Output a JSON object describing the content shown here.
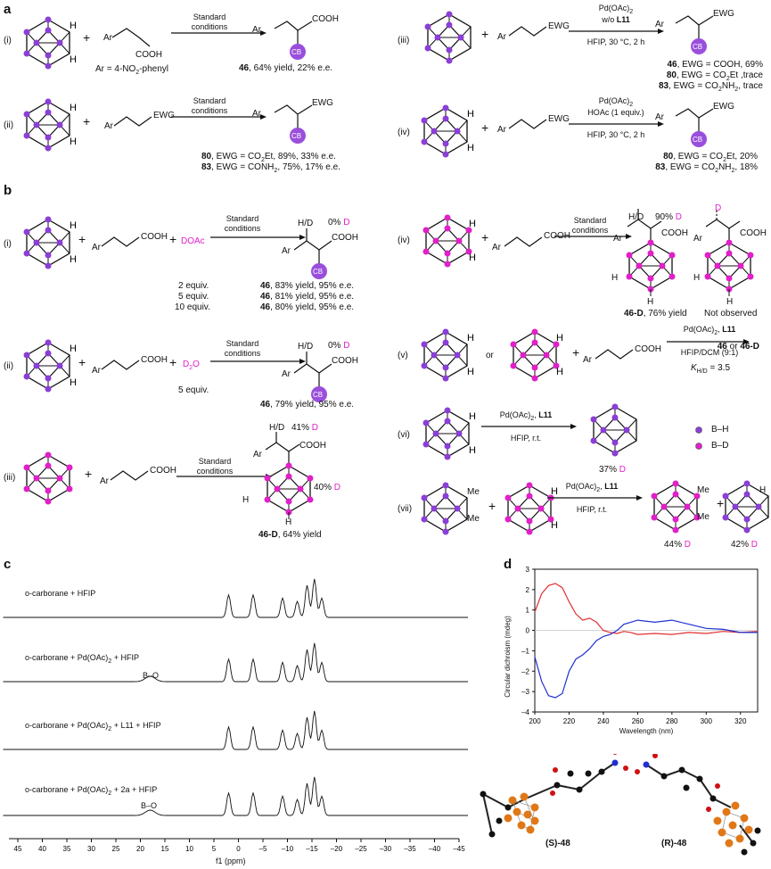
{
  "panels": {
    "a": "a",
    "b": "b",
    "c": "c",
    "d": "d"
  },
  "colors": {
    "boron_purple": "#8b3fd6",
    "boron_magenta": "#e020c8",
    "cd_red": "#e03030",
    "cd_blue": "#2030d0",
    "cb_ball": "#9a4fdc",
    "orange": "#e07818"
  },
  "a": {
    "i": {
      "label": "(i)",
      "reagent": "Ar",
      "reagent2": "COOH",
      "arnote": "Ar = 4-NO",
      "arnote_sub": "2",
      "arnote_end": "-phenyl",
      "cond": "Standard\nconditions",
      "product_acid": "COOH",
      "product_ar": "Ar",
      "cb": "CB",
      "res_num": "46",
      "res_text": ", 64% yield, 22% e.e."
    },
    "ii": {
      "label": "(ii)",
      "reagent": "Ar",
      "ewg": "EWG",
      "cond": "Standard\nconditions",
      "product_ar": "Ar",
      "product_ewg": "EWG",
      "cb": "CB",
      "res1_num": "80",
      "res1_text": ", EWG = CO",
      "res1_sub": "2",
      "res1_end": "Et, 89%, 33%  e.e.",
      "res2_num": "83",
      "res2_text": ", EWG = CONH",
      "res2_sub": "2",
      "res2_end": ", 75%, 17%  e.e."
    },
    "iii": {
      "label": "(iii)",
      "reagent": "Ar",
      "ewg": "EWG",
      "cond1": "Pd(OAc)",
      "cond1_sub": "2",
      "cond2": "w/o",
      "cond2_b": "L11",
      "cond3": "HFIP, 30 °C, 2 h",
      "product_ar": "Ar",
      "product_ewg": "EWG",
      "cb": "CB",
      "res1_num": "46",
      "res1_text": ", EWG = COOH, 69%",
      "res2_num": "80",
      "res2_text": ", EWG = CO",
      "res2_sub": "2",
      "res2_end": "Et ,trace",
      "res3_num": "83",
      "res3_text": ", EWG = CO",
      "res3_sub": "2",
      "res3_mid": "NH",
      "res3_sub2": "2",
      "res3_end": ", trace"
    },
    "iv": {
      "label": "(iv)",
      "reagent": "Ar",
      "ewg": "EWG",
      "cond1": "Pd(OAc)",
      "cond1_sub": "2",
      "cond2": "HOAc (1 equiv.)",
      "cond3": "HFIP, 30 °C, 2 h",
      "product_ar": "Ar",
      "product_ewg": "EWG",
      "cb": "CB",
      "res1_num": "80",
      "res1_text": ", EWG = CO",
      "res1_sub": "2",
      "res1_end": "Et, 20%",
      "res2_num": "83",
      "res2_text": ", EWG = CO",
      "res2_sub": "2",
      "res2_mid": "NH",
      "res2_sub2": "2",
      "res2_end": ", 18%"
    }
  },
  "b": {
    "i": {
      "label": "(i)",
      "reagent": "Ar",
      "acid": "COOH",
      "dsrc": "DOAc",
      "cond": "Standard\nconditions",
      "hd": "H/D",
      "pct": "0%",
      "d": "D",
      "product_ar": "Ar",
      "product_acid": "COOH",
      "cb": "CB",
      "equivs": [
        "2 equiv.",
        "5 equiv.",
        "10 equiv."
      ],
      "results": [
        {
          "num": "46",
          "text": ", 83% yield, 95% e.e."
        },
        {
          "num": "46",
          "text": ", 81% yield, 95% e.e."
        },
        {
          "num": "46",
          "text": ", 80% yield, 95% e.e."
        }
      ]
    },
    "ii": {
      "label": "(ii)",
      "reagent": "Ar",
      "acid": "COOH",
      "dsrc": "D",
      "dsrc_sub": "2",
      "dsrc_end": "O",
      "cond": "Standard\nconditions",
      "hd": "H/D",
      "pct": "0%",
      "d": "D",
      "product_ar": "Ar",
      "product_acid": "COOH",
      "cb": "CB",
      "equiv": "5 equiv.",
      "res_num": "46",
      "res_text": ", 79% yield, 95% e.e."
    },
    "iii": {
      "label": "(iii)",
      "reagent": "Ar",
      "acid": "COOH",
      "cond": "Standard\nconditions",
      "hd": "H/D",
      "pct": "41%",
      "d": "D",
      "product_ar": "Ar",
      "product_acid": "COOH",
      "cage_pct": "40%",
      "h": "H",
      "res_num": "46-D",
      "res_text": ", 64% yield"
    },
    "iv": {
      "label": "(iv)",
      "h": "H",
      "reagent": "Ar",
      "acid": "COOH",
      "cond": "Standard\nconditions",
      "hd": "H/D",
      "pct": "90%",
      "d": "D",
      "product_ar": "Ar",
      "product_acid": "COOH",
      "res_num": "46-D",
      "res_text": ", 76% yield",
      "not_observed": "Not observed"
    },
    "v": {
      "label": "(v)",
      "h": "H",
      "or": "or",
      "reagent": "Ar",
      "acid": "COOH",
      "cond1": "Pd(OAc)",
      "cond1_sub": "2",
      "cond1_b": "L11",
      "cond2": "HFIP/DCM (9:1)",
      "kie": "K",
      "kie_sub": "H/D",
      "kie_end": " = 3.5",
      "prod1": "46",
      "prod_or": "or",
      "prod2": "46-D"
    },
    "vi": {
      "label": "(vi)",
      "h": "H",
      "cond1": "Pd(OAc)",
      "cond1_sub": "2",
      "cond1_b": "L11",
      "cond2": "HFIP, r.t.",
      "pct": "37%",
      "d": "D"
    },
    "vii": {
      "label": "(vii)",
      "me": "Me",
      "h": "H",
      "cond1": "Pd(OAc)",
      "cond1_sub": "2",
      "cond1_b": "L11",
      "cond2": "HFIP, r.t.",
      "pct1": "44%",
      "pct2": "42%",
      "d": "D"
    },
    "legend": {
      "bh": "B–H",
      "bd": "B–D"
    }
  },
  "c": {
    "traces": [
      {
        "label": "o-carborane + HFIP"
      },
      {
        "label": "o-carborane + Pd(OAc)",
        "sub": "2",
        "end": " + HFIP",
        "peak": "B–O"
      },
      {
        "label": "o-carborane + Pd(OAc)",
        "sub": "2",
        "end": " + L11 + HFIP"
      },
      {
        "label": "o-carborane + Pd(OAc)",
        "sub": "2",
        "end": " + 2a + HFIP",
        "peak": "B–O"
      }
    ],
    "axis": {
      "ticks": [
        "45",
        "40",
        "35",
        "30",
        "25",
        "20",
        "15",
        "10",
        "5",
        "0",
        "–5",
        "–10",
        "–15",
        "–20",
        "–25",
        "–30",
        "–35",
        "–40",
        "–45"
      ],
      "xlabel": "f1 (ppm)"
    }
  },
  "chart_data": {
    "type": "line",
    "title": "",
    "xlabel": "Wavelength (nm)",
    "ylabel": "Circular dichroism (mdeg)",
    "xlim": [
      200,
      330
    ],
    "ylim": [
      -4,
      3
    ],
    "xticks": [
      200,
      220,
      240,
      260,
      280,
      300,
      320
    ],
    "yticks": [
      3,
      2,
      1,
      0,
      -1,
      -2,
      -3,
      -4
    ],
    "series": [
      {
        "color": "#e03030",
        "x": [
          200,
          204,
          208,
          212,
          216,
          220,
          224,
          228,
          232,
          236,
          240,
          244,
          248,
          252,
          256,
          260,
          270,
          280,
          290,
          300,
          310,
          320,
          330
        ],
        "y": [
          0.9,
          1.8,
          2.2,
          2.3,
          2.1,
          1.4,
          0.8,
          0.5,
          0.6,
          0.4,
          0.0,
          -0.1,
          -0.15,
          -0.05,
          -0.1,
          -0.2,
          -0.15,
          -0.2,
          -0.1,
          -0.15,
          -0.05,
          -0.1,
          -0.05
        ]
      },
      {
        "color": "#2030d0",
        "x": [
          200,
          204,
          208,
          212,
          216,
          220,
          224,
          228,
          232,
          236,
          240,
          244,
          248,
          252,
          256,
          260,
          270,
          280,
          290,
          300,
          310,
          320,
          330
        ],
        "y": [
          -1.3,
          -2.5,
          -3.2,
          -3.3,
          -3.1,
          -2.0,
          -1.4,
          -1.2,
          -0.9,
          -0.5,
          -0.3,
          -0.2,
          0.0,
          0.3,
          0.4,
          0.5,
          0.4,
          0.5,
          0.3,
          0.1,
          0.05,
          -0.1,
          -0.1
        ]
      }
    ]
  },
  "d": {
    "s_label": "(S)",
    "s_num": "-48",
    "r_label": "(R)",
    "r_num": "-48"
  }
}
